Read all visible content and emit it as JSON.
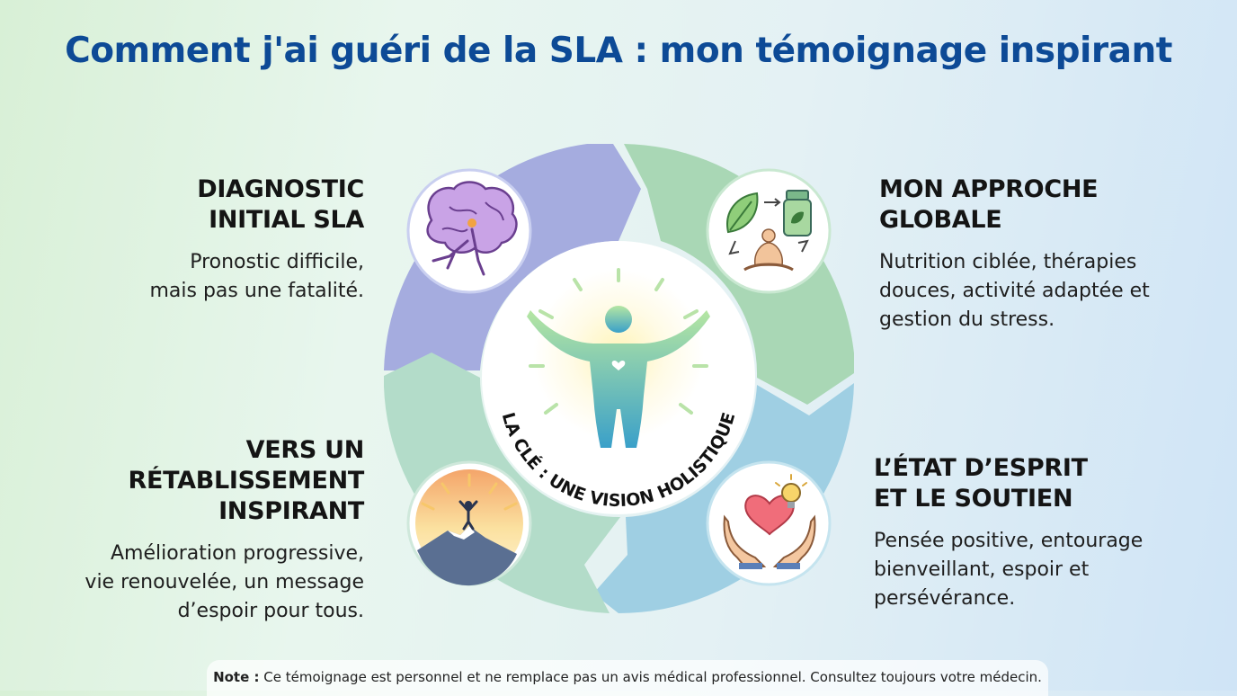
{
  "title": "Comment j'ai guéri de la SLA : mon témoignage inspirant",
  "center_label": "LA CLÉ : UNE VISION HOLISTIQUE",
  "steps": [
    {
      "heading": "DIAGNOSTIC\nINITIAL SLA",
      "description": "Pronostic difficile,\nmais pas une fatalité.",
      "icon": "brain-icon"
    },
    {
      "heading": "MON APPROCHE\nGLOBALE",
      "description": "Nutrition ciblée, thérapies\ndouces, activité adaptée et\ngestion du stress.",
      "icon": "meditation-cycle-icon"
    },
    {
      "heading": "L’ÉTAT D’ESPRIT\nET LE SOUTIEN",
      "description": "Pensée positive, entourage\nbienveillant, espoir et\npersévérance.",
      "icon": "hands-heart-bulb-icon"
    },
    {
      "heading": "VERS UN\nRÉTABLISSEMENT\nINSPIRANT",
      "description": "Amélioration progressive,\nvie renouvelée, un message\nd’espoir pour tous.",
      "icon": "mountain-summit-icon"
    }
  ],
  "note": {
    "label": "Note :",
    "text": "Ce témoignage est personnel et ne remplace pas un avis médical professionnel. Consultez toujours votre médecin."
  },
  "colors": {
    "title": "#0d4a96",
    "arc_top_left": "#a5acdf",
    "arc_top_right": "#a9d7b5",
    "arc_bottom_right": "#9fcfe3",
    "arc_bottom_left": "#b3dcc9"
  }
}
